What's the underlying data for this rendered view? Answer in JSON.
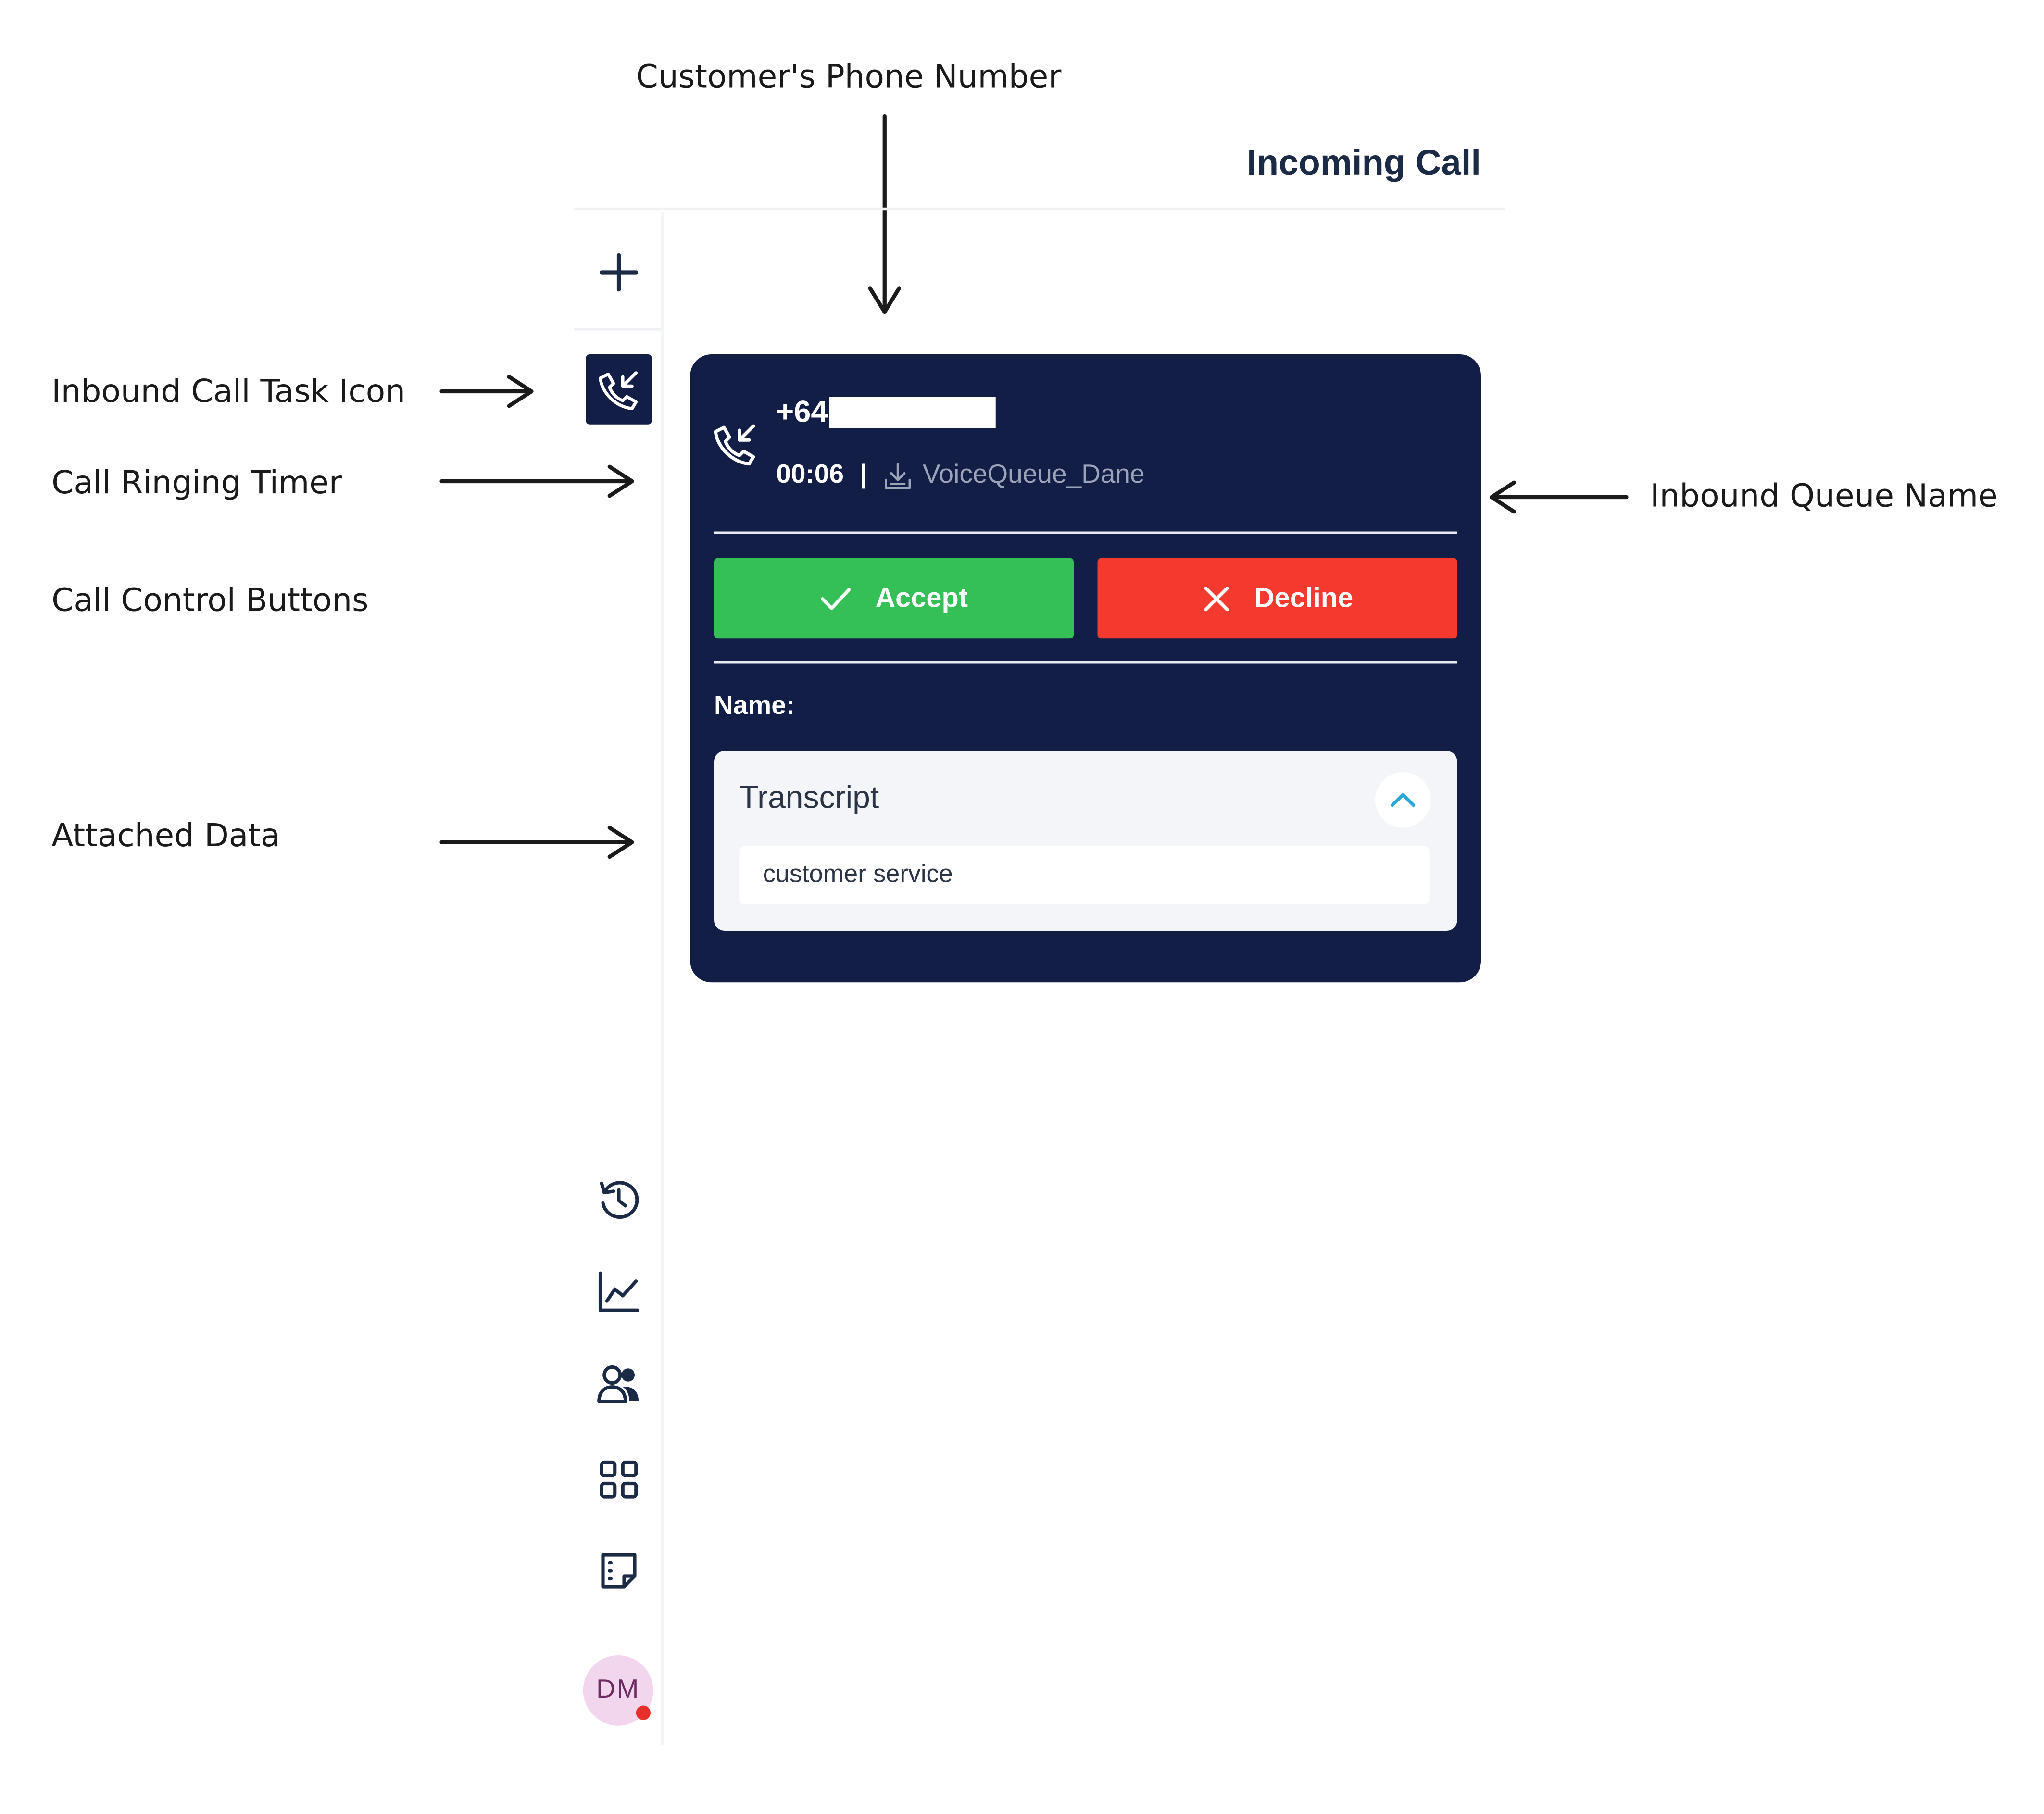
{
  "annotations": {
    "phone_number": "Customer's Phone Number",
    "task_icon": "Inbound Call Task Icon",
    "ringing_timer": "Call Ringing Timer",
    "control_buttons": "Call Control Buttons",
    "attached_data": "Attached Data",
    "queue_name": "Inbound Queue Name"
  },
  "header": {
    "title": "Incoming Call"
  },
  "sidebar": {
    "items": [
      {
        "icon": "plus-icon"
      },
      {
        "icon": "inbound-call-icon",
        "active": true
      },
      {
        "icon": "history-icon"
      },
      {
        "icon": "chart-icon"
      },
      {
        "icon": "contacts-icon"
      },
      {
        "icon": "apps-grid-icon"
      },
      {
        "icon": "notes-icon"
      }
    ],
    "avatar": {
      "initials": "DM",
      "status_color": "#e8302a"
    }
  },
  "call": {
    "phone": "+64",
    "timer": "00:06",
    "separator": "|",
    "queue": "VoiceQueue_Dane",
    "accept_label": "Accept",
    "decline_label": "Decline",
    "name_label": "Name:",
    "attached": {
      "title": "Transcript",
      "value": "customer service"
    }
  },
  "colors": {
    "card_bg": "#131e47",
    "accept": "#34c057",
    "decline": "#f4392e",
    "chevron": "#2aa7d6"
  }
}
